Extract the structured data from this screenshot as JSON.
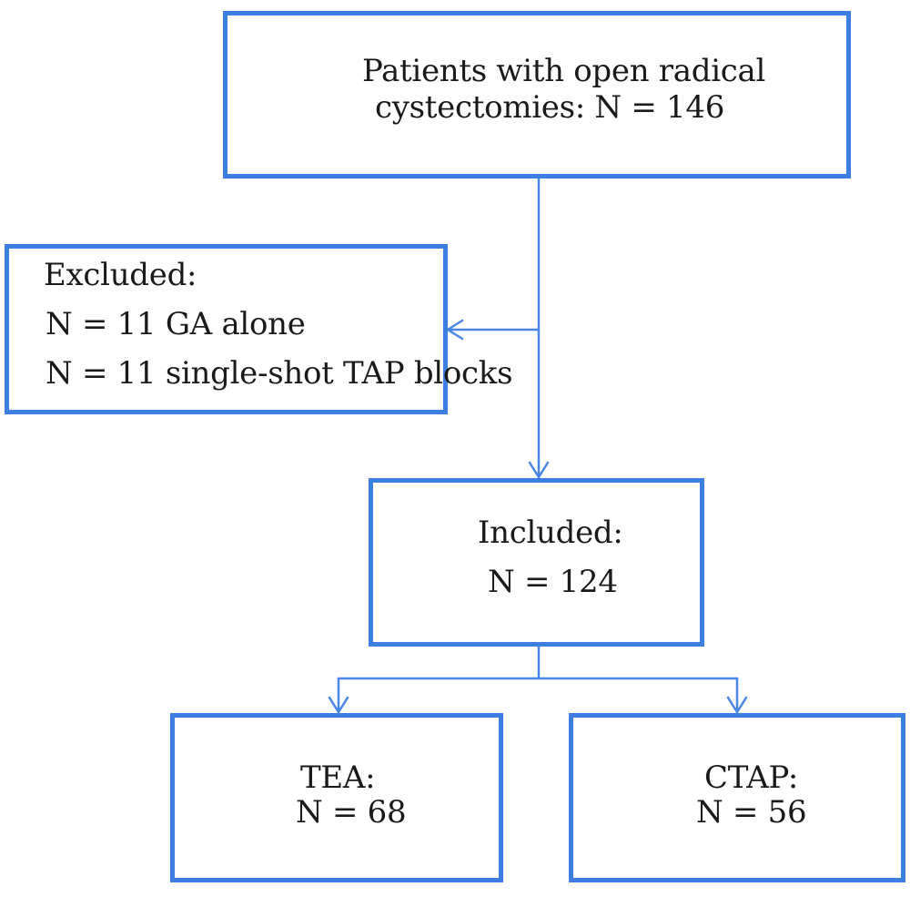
{
  "top_box": {
    "line1": "Patients with open radical",
    "line2": "cystectomies: N = 146"
  },
  "excluded_box": {
    "title": "Excluded:",
    "items": [
      "N = 11 GA alone",
      "N = 11 single-shot TAP blocks"
    ]
  },
  "included_box": {
    "title": "Included:",
    "count": "N = 124"
  },
  "tea_box": {
    "title": "TEA:",
    "count": "N = 68"
  },
  "ctap_box": {
    "title": "CTAP:",
    "count": "N = 56"
  },
  "colors": {
    "border": "#3d7fe0",
    "connector": "#4a86e8"
  }
}
